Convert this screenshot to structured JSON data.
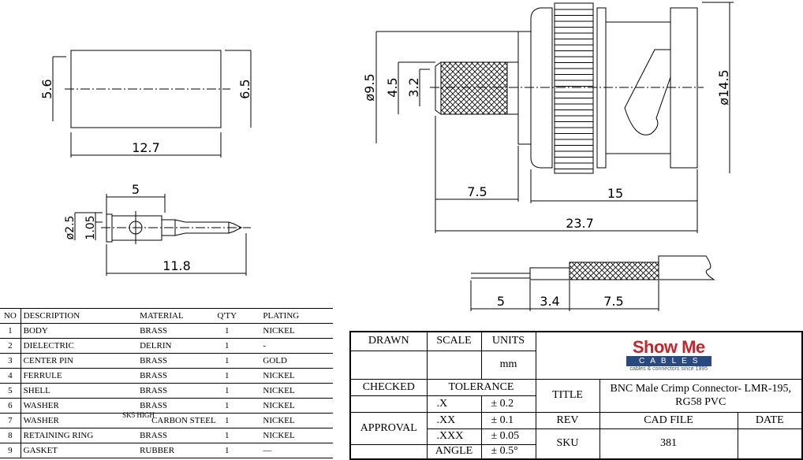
{
  "dimensions": {
    "ferrule_id": "5.6",
    "ferrule_od": "6.5",
    "ferrule_length": "12.7",
    "pin_crimp_length": "5",
    "pin_dia": "ø2.5",
    "pin_hole": "1.05",
    "pin_length": "11.8",
    "conn_dia_95": "ø9.5",
    "conn_45": "4.5",
    "conn_32": "3.2",
    "conn_dia_145": "ø14.5",
    "conn_crimp_len": "7.5",
    "conn_body_len": "15",
    "conn_total_len": "23.7",
    "strip_center": "5",
    "strip_dielectric": "3.4",
    "strip_braid": "7.5"
  },
  "parts_table": {
    "headers": [
      "NO",
      "DESCRIPTION",
      "MATERIAL",
      "Q'TY",
      "PLATING"
    ],
    "rows": [
      {
        "no": "1",
        "desc": "BODY",
        "mat": "BRASS",
        "qty": "1",
        "plating": "NICKEL"
      },
      {
        "no": "2",
        "desc": "DIELECTRIC",
        "mat": "DELRIN",
        "qty": "1",
        "plating": "-"
      },
      {
        "no": "3",
        "desc": "CENTER PIN",
        "mat": "BRASS",
        "qty": "1",
        "plating": "GOLD"
      },
      {
        "no": "4",
        "desc": "FERRULE",
        "mat": "BRASS",
        "qty": "1",
        "plating": "NICKEL"
      },
      {
        "no": "5",
        "desc": "SHELL",
        "mat": "BRASS",
        "qty": "1",
        "plating": "NICKEL"
      },
      {
        "no": "6",
        "desc": "WASHER",
        "mat": "BRASS",
        "qty": "1",
        "plating": "NICKEL"
      },
      {
        "no": "7",
        "desc": "WASHER",
        "mat_a": "SK5 HIGH",
        "mat": "CARBON STEEL",
        "qty": "1",
        "plating": "NICKEL"
      },
      {
        "no": "8",
        "desc": "RETAINING RING",
        "mat": "BRASS",
        "qty": "1",
        "plating": "NICKEL"
      },
      {
        "no": "9",
        "desc": "GASKET",
        "mat": "RUBBER",
        "qty": "1",
        "plating": "—"
      }
    ]
  },
  "title_block": {
    "drawn": "DRAWN",
    "scale": "SCALE",
    "units": "UNITS",
    "units_value": "mm",
    "checked": "CHECKED",
    "tolerance": "TOLERANCE",
    "approval": "APPROVAL",
    "tol": [
      {
        "k": ".X",
        "v": "± 0.2"
      },
      {
        "k": ".XX",
        "v": "± 0.1"
      },
      {
        "k": ".XXX",
        "v": "± 0.05"
      },
      {
        "k": "ANGLE",
        "v": "± 0.5°"
      }
    ],
    "title_label": "TITLE",
    "title_line1": "BNC Male Crimp Connector- LMR-195,",
    "title_line2": "RG58 PVC",
    "rev": "REV",
    "cad_file": "CAD FILE",
    "date": "DATE",
    "sku": "SKU",
    "sku_value": "381",
    "logo": {
      "line1": "Show Me",
      "line2": "CABLES",
      "tagline": "cables & connectors since 1995"
    }
  },
  "colors": {
    "logo_red": "#c0262d",
    "logo_blue": "#2a4a7f"
  }
}
